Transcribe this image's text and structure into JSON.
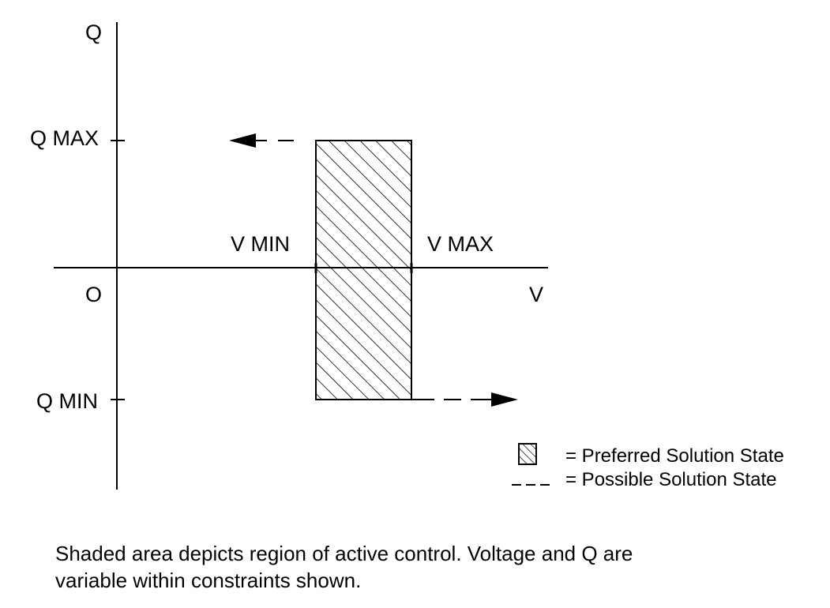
{
  "axes": {
    "y_label": "Q",
    "x_label": "V",
    "origin_label": "O"
  },
  "ticks": {
    "q_max": "Q MAX",
    "q_min": "Q MIN",
    "v_min": "V MIN",
    "v_max": "V MAX"
  },
  "legend": {
    "preferred": "=  Preferred Solution State",
    "possible": "= Possible Solution State"
  },
  "caption": {
    "line1": "Shaded area depicts region of active control. Voltage and Q are",
    "line2": "variable within constraints shown."
  }
}
